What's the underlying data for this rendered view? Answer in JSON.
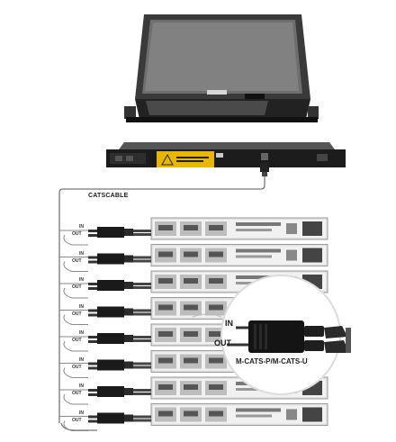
{
  "diagram": {
    "cable_label": "CATSCABLE",
    "adapter": {
      "in_label": "IN",
      "out_label": "OUT",
      "model": "M-CATS-P/M-CATS-U"
    },
    "port_labels": {
      "in": "IN",
      "out": "OUT"
    },
    "servers": 8,
    "colors": {
      "lcd_frame": "#2c2c2c",
      "kvm_switch": "#1e1e1e",
      "warning_label": "#e8b800",
      "server_face": "#e2e2e2",
      "adapter_body": "#141414",
      "cable": "#7a7a7a"
    }
  }
}
